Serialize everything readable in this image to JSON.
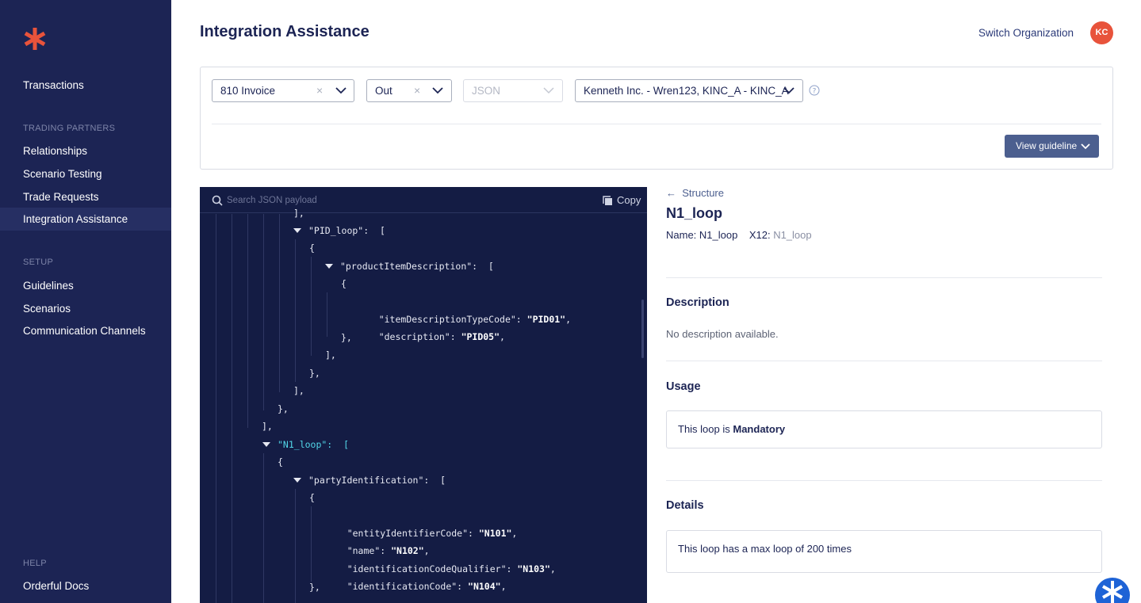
{
  "sidebar": {
    "nav": {
      "transactions": "Transactions",
      "trading_partners_header": "TRADING PARTNERS",
      "relationships": "Relationships",
      "scenario_testing": "Scenario Testing",
      "trade_requests": "Trade Requests",
      "integration_assistance": "Integration Assistance",
      "setup_header": "SETUP",
      "guidelines": "Guidelines",
      "scenarios": "Scenarios",
      "communication_channels": "Communication Channels",
      "help_header": "HELP",
      "orderful_docs": "Orderful Docs"
    },
    "active_item": "Integration Assistance",
    "brand_color": "#e8533b"
  },
  "header": {
    "title": "Integration Assistance",
    "switch_org": "Switch Organization",
    "avatar_initials": "KC"
  },
  "filters": {
    "transaction_type": "810 Invoice",
    "direction": "Out",
    "format": "JSON",
    "partner": "Kenneth Inc. - Wren123, KINC_A - KINC_A",
    "view_guideline": "View guideline"
  },
  "code": {
    "search_placeholder": "Search JSON payload",
    "copy_label": "Copy",
    "lines": [
      "],",
      "\"PID_loop\":  [",
      "{",
      "\"productItemDescription\":  [",
      "{",
      "\"itemDescriptionTypeCode\": ",
      "\"PID01\"",
      "\"description\": ",
      "\"PID05\"",
      "},",
      "],",
      "},",
      "],",
      "},",
      "],",
      "\"N1_loop\":  [",
      "{",
      "\"partyIdentification\":  [",
      "{",
      "\"entityIdentifierCode\": ",
      "\"N101\"",
      "\"name\": ",
      "\"N102\"",
      "\"identificationCodeQualifier\": ",
      "\"N103\"",
      "\"identificationCode\": ",
      "\"N104\"",
      "},"
    ]
  },
  "detail": {
    "back_label": "Structure",
    "title": "N1_loop",
    "name_label": "Name:",
    "name_value": "N1_loop",
    "x12_label": "X12:",
    "x12_value": "N1_loop",
    "description_heading": "Description",
    "description_text": "No description available.",
    "usage_heading": "Usage",
    "usage_prefix": "This loop is ",
    "usage_value": "Mandatory",
    "details_heading": "Details",
    "details_text": "This loop has a max loop of 200 times"
  },
  "colors": {
    "sidebar_bg": "#1c2454",
    "code_bg": "#141c44",
    "highlight_key": "#52d6e8",
    "avatar": "#e8533b",
    "button": "#4c5f8f"
  }
}
